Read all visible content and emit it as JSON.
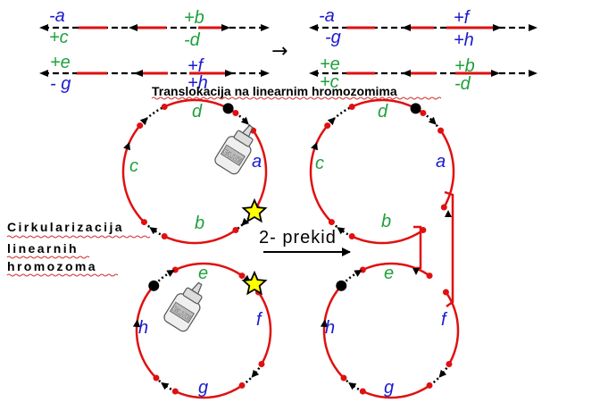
{
  "title": "Translokacija na linearnim hromozomima",
  "side_label": [
    "Cirkularizacija",
    "linearnih",
    "hromozoma"
  ],
  "break_label": "2- prekid",
  "arrow_glyph": "→",
  "colors": {
    "red": "#e01010",
    "green": "#1fa03c",
    "blue": "#1a1ad0",
    "star": "#ffff00"
  },
  "linear": {
    "left_top": {
      "top_left": "-a",
      "bot_left": "+c",
      "top_right": "+b",
      "bot_right": "-d"
    },
    "left_bottom": {
      "top_left": "+e",
      "bot_left": "- g",
      "top_right": "+f",
      "bot_right": "+h"
    },
    "right_top": {
      "top_left": "-a",
      "bot_left": "-g",
      "top_right": "+f",
      "bot_right": "+h"
    },
    "right_bottom": {
      "top_left": "+e",
      "bot_left": "+c",
      "top_right": "+b",
      "bot_right": "-d"
    }
  },
  "circles": {
    "top_left": {
      "top": "d",
      "right": "a",
      "left": "c",
      "bottom": "b"
    },
    "bottom_left": {
      "top": "e",
      "right": "f",
      "left": "h",
      "bottom": "g"
    },
    "top_right": {
      "top": "d",
      "right": "a",
      "left": "c",
      "bottom": "b"
    },
    "bottom_right": {
      "top": "e",
      "right": "f",
      "left": "h",
      "bottom": "g"
    }
  },
  "glue_text": "GLUE",
  "icons": [
    "glue-bottle-icon",
    "break-star-icon",
    "centromere-dot-icon"
  ]
}
